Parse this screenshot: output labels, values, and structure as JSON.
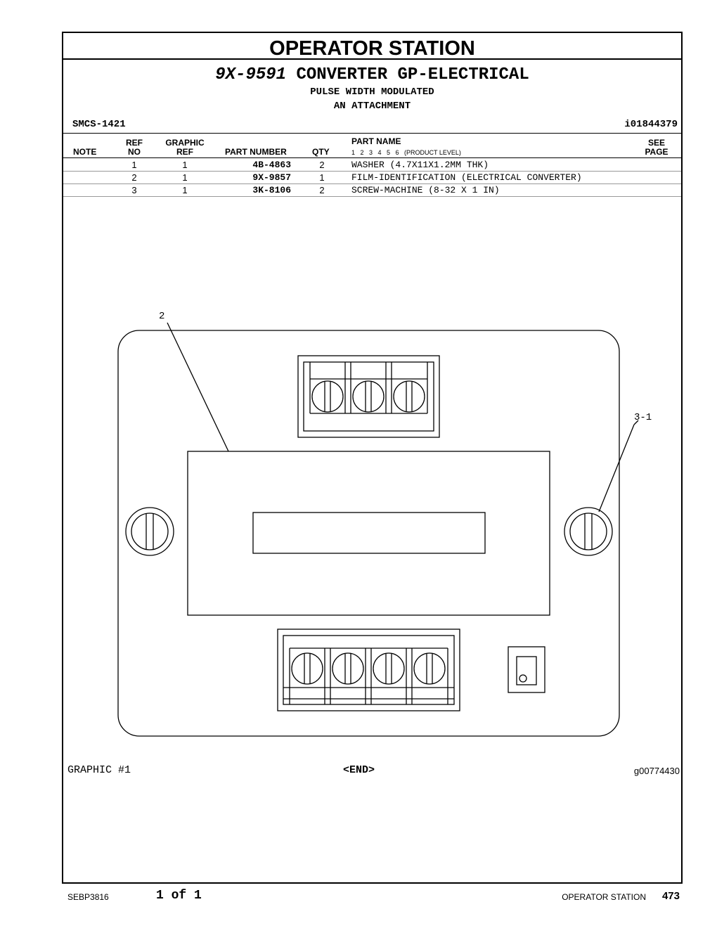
{
  "section": "OPERATOR STATION",
  "group": {
    "part_number": "9X-9591",
    "name": "CONVERTER GP-ELECTRICAL",
    "subtitle1": "PULSE WIDTH MODULATED",
    "subtitle2": "AN ATTACHMENT"
  },
  "smcs": "SMCS-1421",
  "info_id": "i01844379",
  "table": {
    "headers": {
      "note": "NOTE",
      "ref_top": "REF",
      "ref_bottom": "NO",
      "graphic_top": "GRAPHIC",
      "graphic_bottom": "REF",
      "part_number": "PART NUMBER",
      "qty": "QTY",
      "part_name": "PART NAME",
      "product_levels": "1   2   3   4   5   6   (PRODUCT LEVEL)",
      "see_top": "SEE",
      "see_bottom": "PAGE"
    },
    "rows": [
      {
        "ref": "1",
        "graphic": "1",
        "part_number": "4B-4863",
        "qty": "2",
        "name": "WASHER (4.7X11X1.2MM THK)"
      },
      {
        "ref": "2",
        "graphic": "1",
        "part_number": "9X-9857",
        "qty": "1",
        "name": "FILM-IDENTIFICATION (ELECTRICAL CONVERTER)"
      },
      {
        "ref": "3",
        "graphic": "1",
        "part_number": "3K-8106",
        "qty": "2",
        "name": "SCREW-MACHINE (8-32 X 1 IN)"
      }
    ]
  },
  "callouts": {
    "film": "2",
    "screw": "3-1"
  },
  "graphic_label": "GRAPHIC #1",
  "end_label": "<END>",
  "graphic_id": "g00774430",
  "footer": {
    "doc": "SEBP3816",
    "page_of": "1 of 1",
    "section": "OPERATOR STATION",
    "page": "473"
  }
}
